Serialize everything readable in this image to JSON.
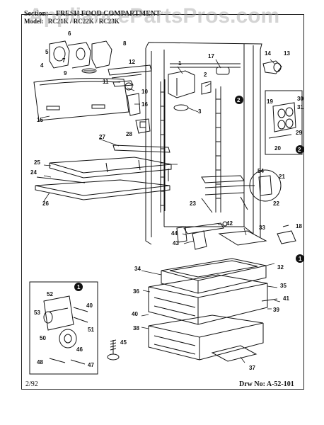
{
  "header": {
    "section_label": "Section:",
    "section_title": "FRESH FOOD COMPARTMENT",
    "model_label": "Model:",
    "model_text": "RC21K / RC22K / RC23K"
  },
  "watermark": "AppliancePartsPros.com",
  "footer": {
    "date": "2/92",
    "drawing_no": "Drw No: A-52-101"
  },
  "callouts": {
    "n1": "1",
    "n2": "2",
    "n3": "3",
    "n4": "4",
    "n5": "5",
    "n6": "6",
    "n7": "7",
    "n8": "8",
    "n9": "9",
    "n10": "10",
    "n11": "11",
    "n12": "12",
    "n13": "13",
    "n14": "14",
    "n15": "15",
    "n16": "16",
    "n17": "17",
    "n18": "18",
    "n19": "19",
    "n20": "20",
    "n21": "21",
    "n22": "22",
    "n23": "23",
    "n24": "24",
    "n25": "25",
    "n26": "26",
    "n27": "27",
    "n28": "28",
    "n29": "29",
    "n30": "30",
    "n31": "31",
    "n32": "32",
    "n33": "33",
    "n34": "34",
    "n35": "35",
    "n36": "36",
    "n37": "37",
    "n38": "38",
    "n39": "39",
    "n40": "40",
    "n41": "41",
    "n42": "42",
    "n43": "43",
    "n44": "44",
    "n45": "45",
    "n46": "46",
    "n47": "47",
    "n48": "48",
    "n50": "50",
    "n51": "51",
    "n52": "52",
    "n53": "53",
    "n54": "54",
    "c1": "1",
    "c2": "2"
  }
}
